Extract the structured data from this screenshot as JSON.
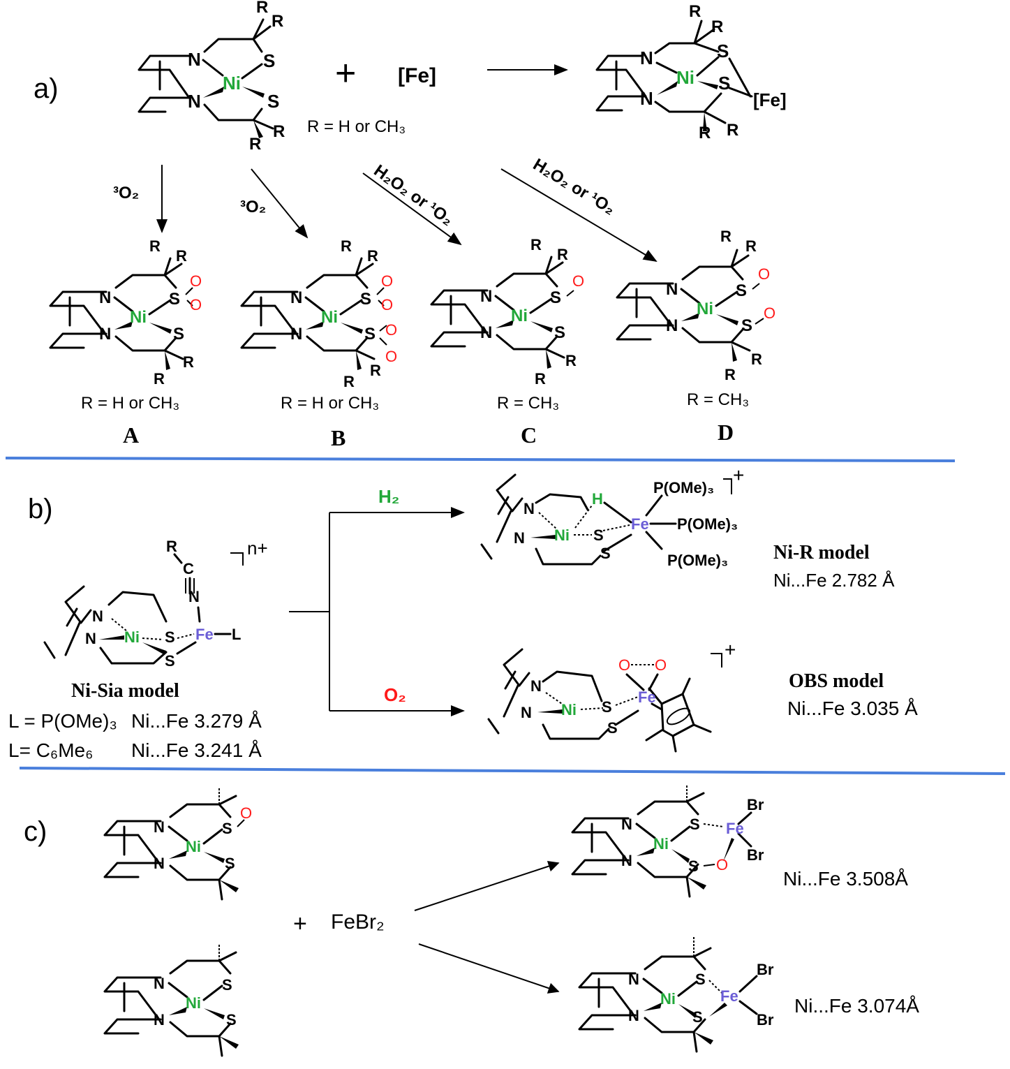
{
  "panel_labels": {
    "a": "a)",
    "b": "b)",
    "c": "c)"
  },
  "atoms": {
    "N": "N",
    "Ni": "Ni",
    "S": "S",
    "R": "R",
    "O": "O",
    "Fe": "Fe",
    "H": "H",
    "C": "C",
    "Br": "Br"
  },
  "panel_a": {
    "reagent_plus": "+",
    "reagent_fe": "[Fe]",
    "product_fe": "[Fe]",
    "r_def_top": "R = H or CH₃",
    "arrow_A": "³O₂",
    "arrow_B": "³O₂",
    "arrow_C": "H₂O₂ or ¹O₂",
    "arrow_D": "H₂O₂ or ¹O₂",
    "products": [
      {
        "label": "A",
        "r_def": "R = H or CH₃"
      },
      {
        "label": "B",
        "r_def": "R = H or CH₃"
      },
      {
        "label": "C",
        "r_def": "R = CH₃"
      },
      {
        "label": "D",
        "r_def": "R = CH₃"
      }
    ]
  },
  "panel_b": {
    "model_name": "Ni-Sia model",
    "charge": "n+",
    "ligand_L": "L",
    "line1_L": "L = P(OMe)₃",
    "line1_dist": "Ni...Fe 3.279 Å",
    "line2_L": "L= C₆Me₆",
    "line2_dist": "Ni...Fe 3.241 Å",
    "arrow_up": "H₂",
    "arrow_down": "O₂",
    "phosphite": "P(OMe)₃",
    "product_charge": "+",
    "ni_r_title": "Ni-R model",
    "ni_r_dist": "Ni...Fe 2.782 Å",
    "obs_title": "OBS model",
    "obs_dist": "Ni...Fe 3.035 Å"
  },
  "panel_c": {
    "plus": "+",
    "reagent": "FeBr₂",
    "dist_top": "Ni...Fe 3.508Å",
    "dist_bottom": "Ni...Fe 3.074Å"
  },
  "colors": {
    "nickel": "#22a83a",
    "iron": "#6b5ed6",
    "oxygen": "#ff1a1a",
    "separator": "#4a7fdc"
  }
}
